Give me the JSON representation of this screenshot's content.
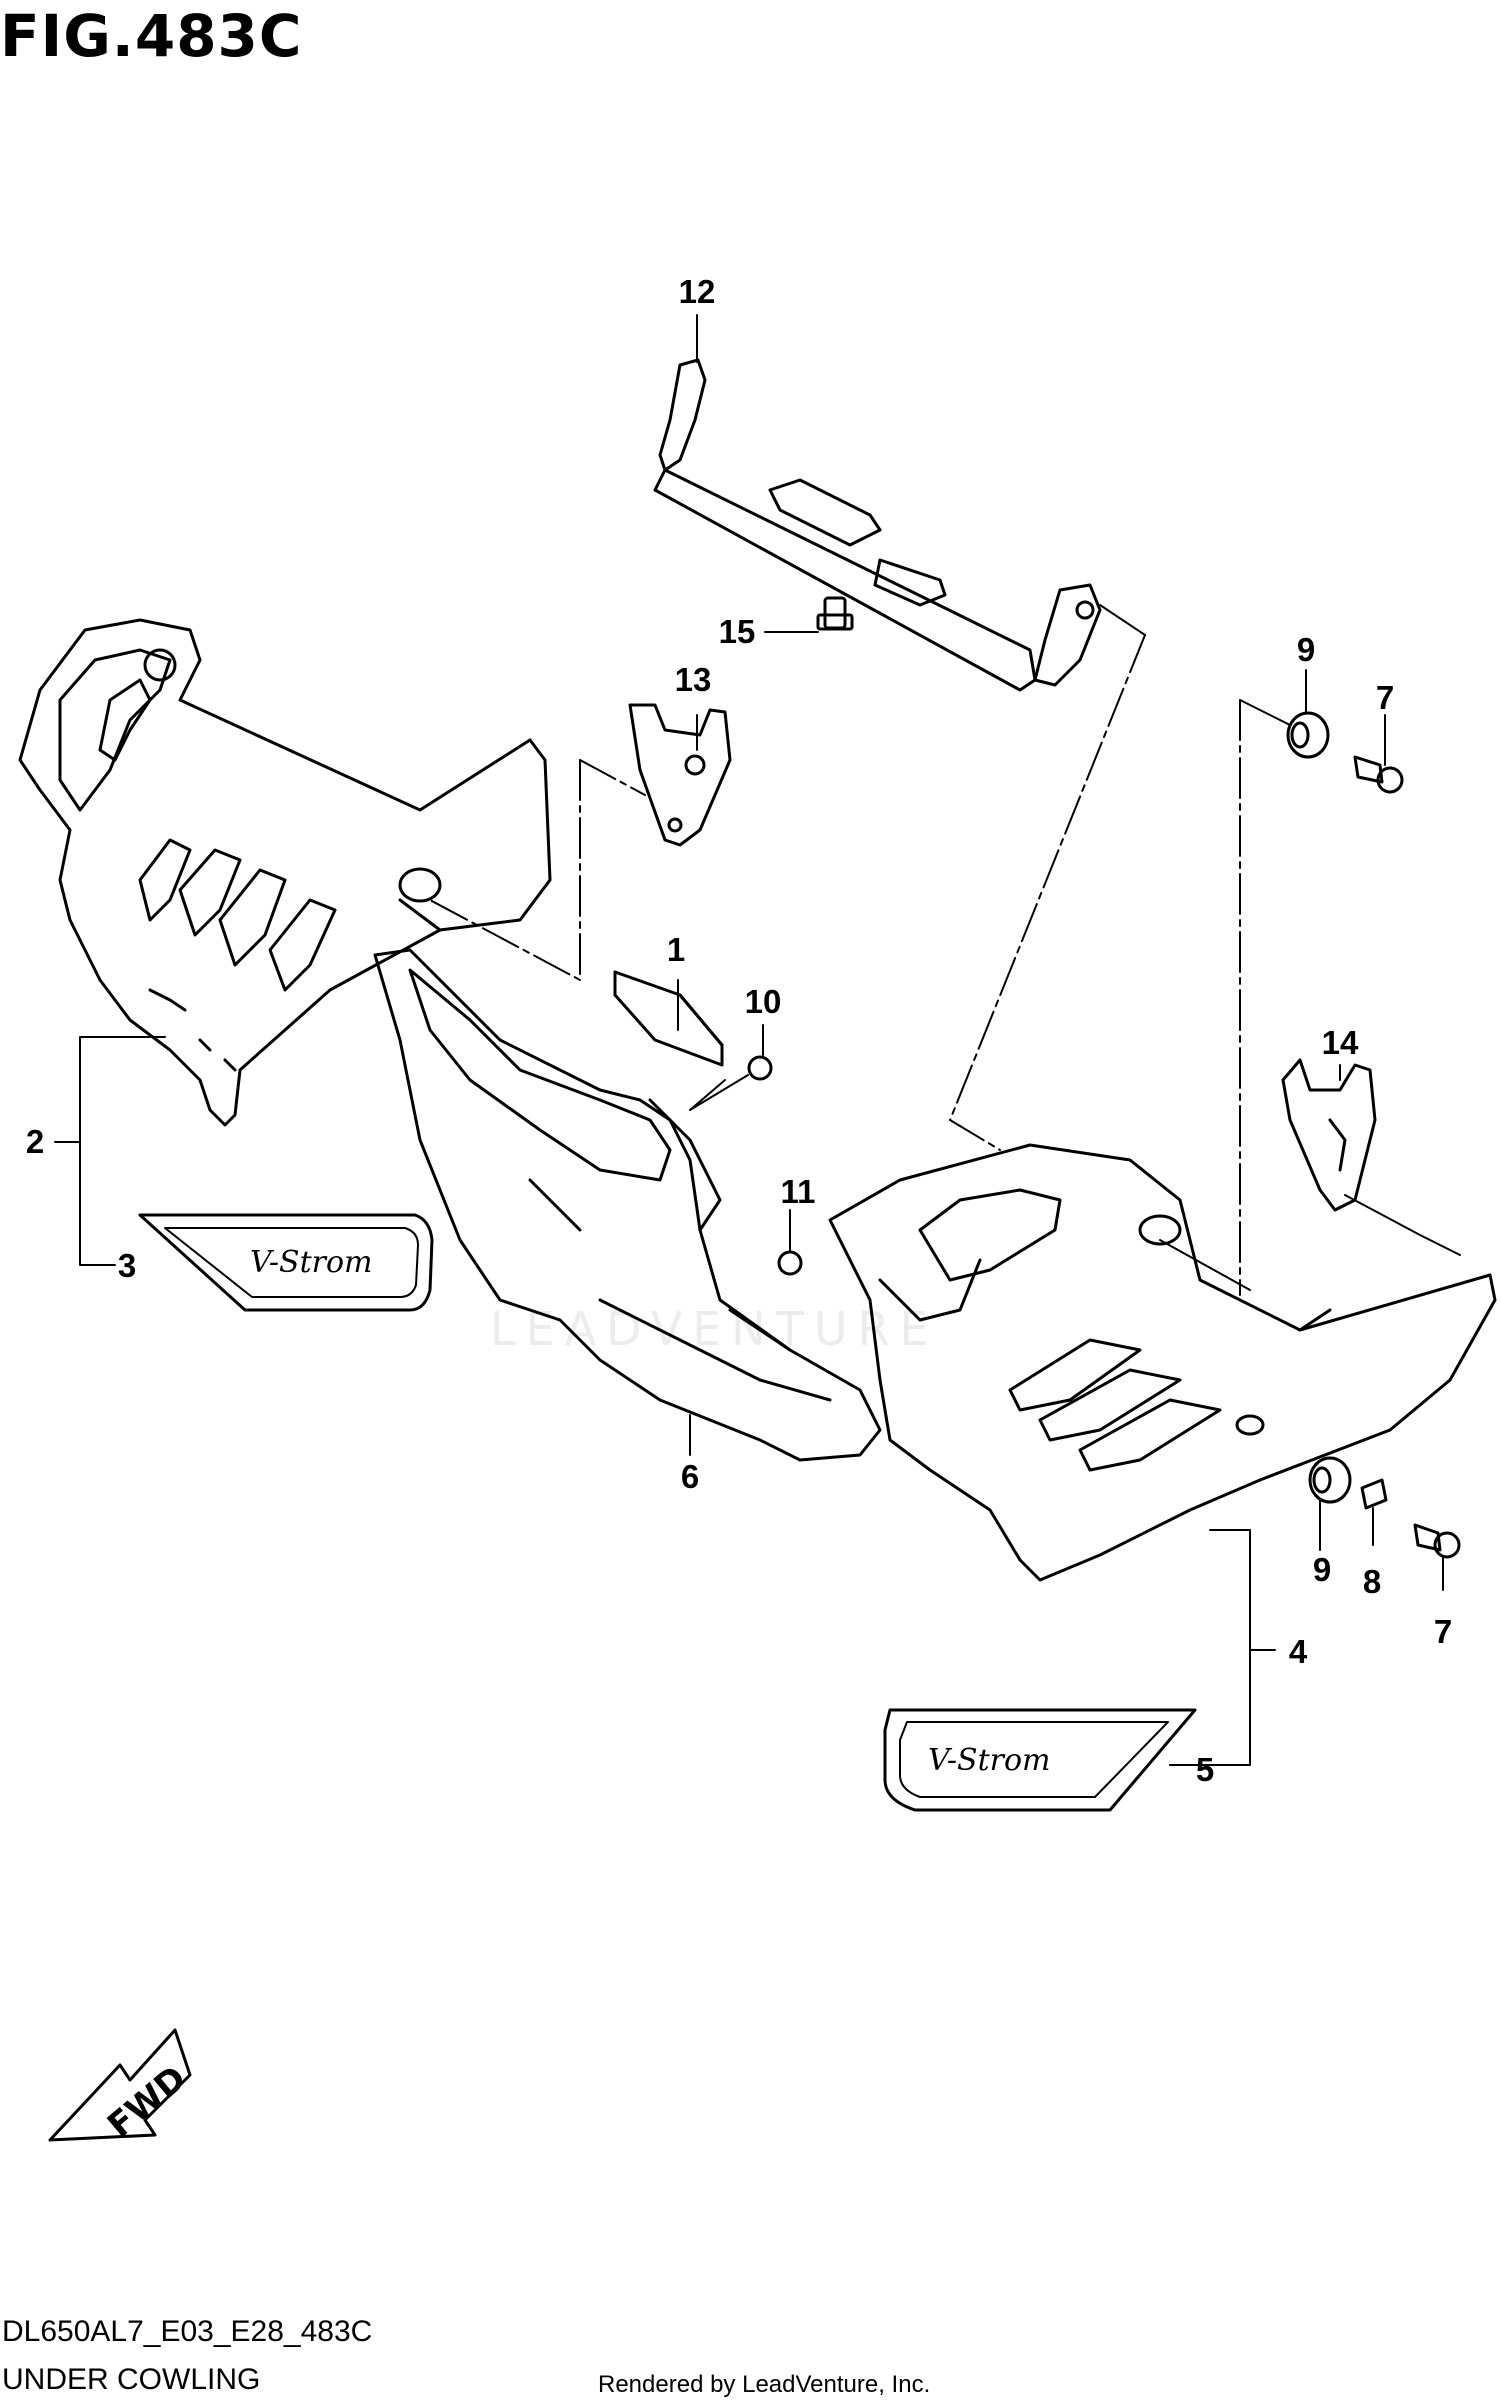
{
  "figure": {
    "title": "FIG.483C",
    "model_code": "DL650AL7_E03_E28_483C",
    "section_name": "UNDER COWLING",
    "render_credit": "Rendered by LeadVenture, Inc.",
    "watermark": "LEADVENTURE"
  },
  "callouts": [
    {
      "id": "1",
      "label": "1"
    },
    {
      "id": "2",
      "label": "2"
    },
    {
      "id": "3",
      "label": "3"
    },
    {
      "id": "4",
      "label": "4"
    },
    {
      "id": "5",
      "label": "5"
    },
    {
      "id": "6",
      "label": "6"
    },
    {
      "id": "7a",
      "label": "7"
    },
    {
      "id": "7b",
      "label": "7"
    },
    {
      "id": "8",
      "label": "8"
    },
    {
      "id": "9a",
      "label": "9"
    },
    {
      "id": "9b",
      "label": "9"
    },
    {
      "id": "10",
      "label": "10"
    },
    {
      "id": "11",
      "label": "11"
    },
    {
      "id": "12",
      "label": "12"
    },
    {
      "id": "13",
      "label": "13"
    },
    {
      "id": "14",
      "label": "14"
    },
    {
      "id": "15",
      "label": "15"
    }
  ],
  "emblems": {
    "left_logo": "V-Strom",
    "right_logo": "V-Strom",
    "direction_marker": "FWD"
  },
  "colors": {
    "line": "#000000",
    "background": "#ffffff"
  }
}
